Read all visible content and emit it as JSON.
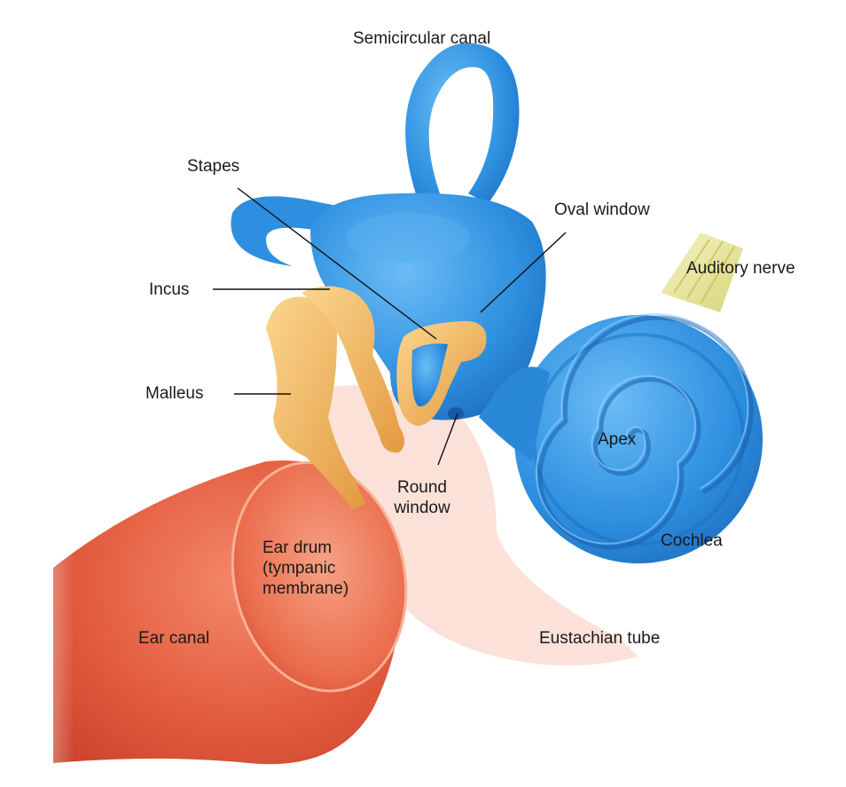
{
  "labels": {
    "semicircular_canal": "Semicircular canal",
    "stapes": "Stapes",
    "oval_window": "Oval window",
    "auditory_nerve": "Auditory nerve",
    "incus": "Incus",
    "malleus": "Malleus",
    "apex": "Apex",
    "round_window_1": "Round",
    "round_window_2": "window",
    "cochlea": "Cochlea",
    "ear_drum_1": "Ear drum",
    "ear_drum_2": "(tympanic",
    "ear_drum_3": "membrane)",
    "ear_canal": "Ear canal",
    "eustachian_tube": "Eustachian tube"
  },
  "colors": {
    "inner_ear_blue": "#2b8fe0",
    "inner_ear_blue_dark": "#1c6fc0",
    "inner_ear_blue_light": "#5fb4f2",
    "ossicle_orange": "#f2b15c",
    "ossicle_light": "#f9cf86",
    "ear_canal_red": "#e0553a",
    "ear_canal_light": "#f08a66",
    "tissue_pink": "#fbe1d8",
    "nerve_yellow": "#e9e7a0"
  }
}
